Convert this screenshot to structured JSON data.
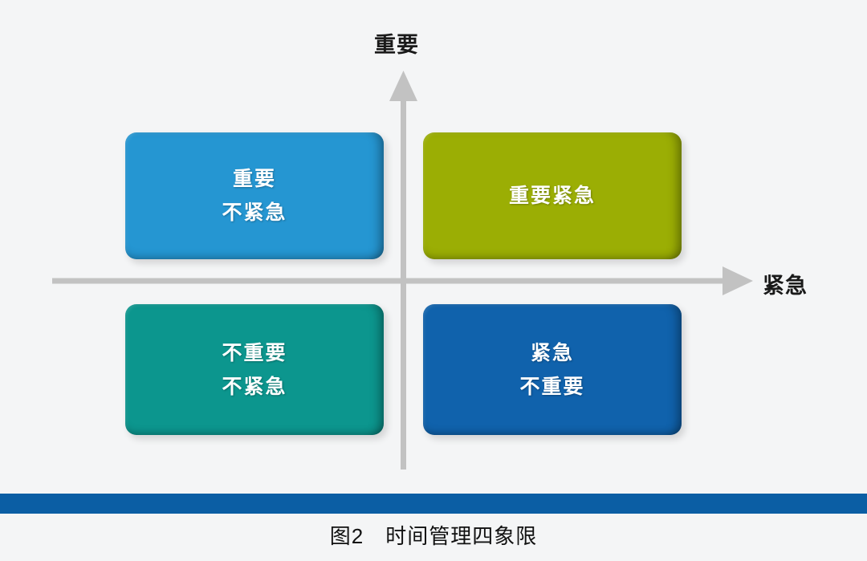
{
  "figure": {
    "caption": "图2　时间管理四象限",
    "background_color": "#f4f5f6"
  },
  "axes": {
    "vertical": {
      "label": "重要",
      "icon": "up-arrow-icon",
      "color": "#bfbfbf"
    },
    "horizontal": {
      "label": "紧急",
      "icon": "right-arrow-icon",
      "color": "#bfbfbf"
    }
  },
  "quadrants": [
    {
      "id": "important-not-urgent",
      "position": "top-left",
      "lines": [
        "重要",
        "不紧急"
      ],
      "color": "#2596d2"
    },
    {
      "id": "important-urgent",
      "position": "top-right",
      "lines": [
        "重要紧急"
      ],
      "color": "#9bae04"
    },
    {
      "id": "not-important-not-urgent",
      "position": "bottom-left",
      "lines": [
        "不重要",
        "不紧急"
      ],
      "color": "#0c968e"
    },
    {
      "id": "urgent-not-important",
      "position": "bottom-right",
      "lines": [
        "紧急",
        "不重要"
      ],
      "color": "#1062ac"
    }
  ],
  "footer": {
    "rule_color": "#0b5ea4"
  }
}
